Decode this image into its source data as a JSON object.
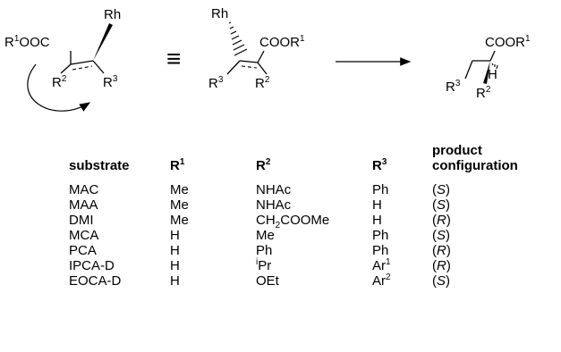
{
  "scheme": {
    "left_structure": {
      "ester": "R",
      "ester_num": "1",
      "ester_tail": "OOC",
      "metal": "Rh",
      "r2": "R",
      "r2_num": "2",
      "r3": "R",
      "r3_num": "3"
    },
    "equivalence_symbol": "≡",
    "middle_structure": {
      "metal": "Rh",
      "ester": "COOR",
      "ester_num": "1",
      "r3": "R",
      "r3_num": "3",
      "r2": "R",
      "r2_num": "2"
    },
    "product_structure": {
      "ester": "COOR",
      "ester_num": "1",
      "h": "H",
      "r3": "R",
      "r3_num": "3",
      "r2": "R",
      "r2_num": "2"
    }
  },
  "table": {
    "headers": {
      "substrate": "substrate",
      "r1": "R",
      "r1_num": "1",
      "r2": "R",
      "r2_num": "2",
      "r3": "R",
      "r3_num": "3",
      "config_line1": "product",
      "config_line2": "configuration"
    },
    "rows": [
      {
        "substrate": "MAC",
        "r1": "Me",
        "r2": "NHAc",
        "r3": "Ph",
        "config": "S"
      },
      {
        "substrate": "MAA",
        "r1": "Me",
        "r2": "NHAc",
        "r3": "H",
        "config": "S"
      },
      {
        "substrate": "DMI",
        "r1": "Me",
        "r2": "CH2COOMe",
        "r3": "H",
        "config": "R"
      },
      {
        "substrate": "MCA",
        "r1": "H",
        "r2": "Me",
        "r3": "Ph",
        "config": "S"
      },
      {
        "substrate": "PCA",
        "r1": "H",
        "r2": "Ph",
        "r3": "Ph",
        "config": "R"
      },
      {
        "substrate": "IPCA-D",
        "r1": "H",
        "r2": "iPr",
        "r3": "Ar1",
        "config": "R"
      },
      {
        "substrate": "EOCA-D",
        "r1": "H",
        "r2": "OEt",
        "r3": "Ar2",
        "config": "S"
      }
    ]
  }
}
